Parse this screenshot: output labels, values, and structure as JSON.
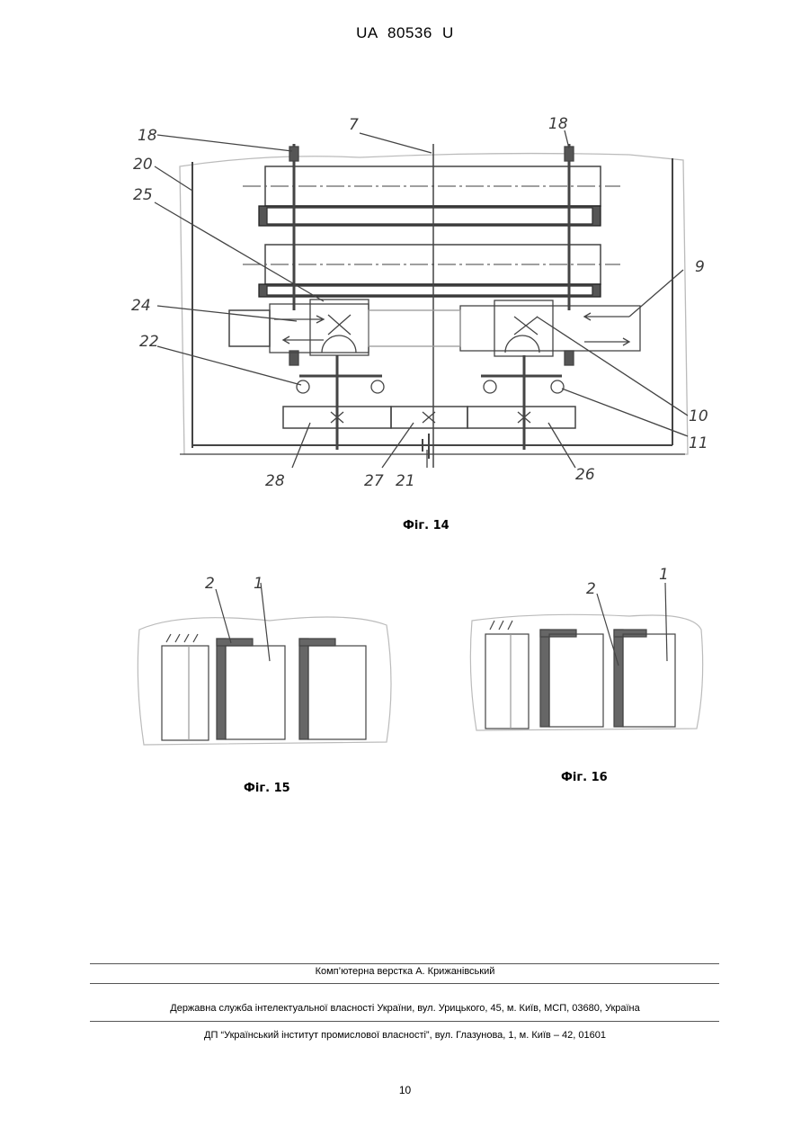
{
  "header": {
    "doc_id": "UA   80536   U"
  },
  "figures": [
    {
      "caption": "Фіг. 14",
      "labels": [
        "18",
        "7",
        "18",
        "20",
        "25",
        "9",
        "24",
        "22",
        "10",
        "11",
        "28",
        "27",
        "21",
        "26"
      ]
    },
    {
      "caption": "Фіг. 15",
      "labels": [
        "2",
        "1"
      ]
    },
    {
      "caption": "Фіг. 16",
      "labels": [
        "2",
        "1"
      ]
    }
  ],
  "footer": {
    "layout_credit": "Комп’ютерна верстка А. Крижанівський",
    "office": "Державна служба інтелектуальної власності України, вул. Урицького, 45, м. Київ, МСП, 03680, Україна",
    "institute": "ДП “Український інститут промислової власності”, вул. Глазунова, 1, м. Київ – 42, 01601"
  },
  "page_number": "10"
}
